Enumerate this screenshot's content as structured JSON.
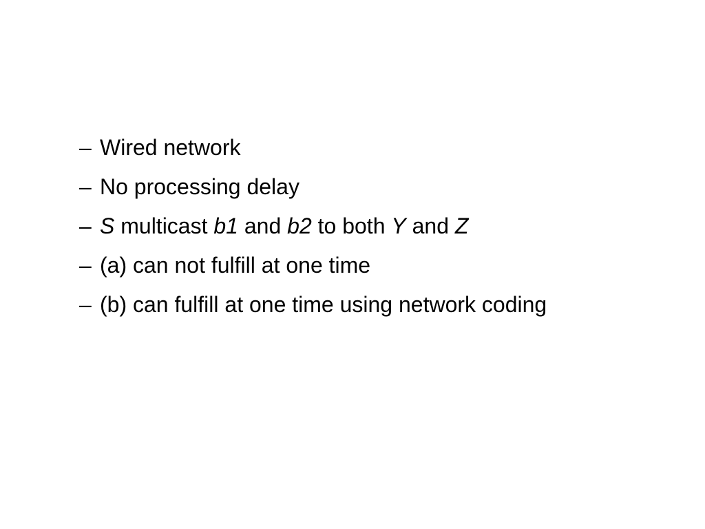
{
  "slide": {
    "bullet_marker": "–",
    "bullets": [
      {
        "text": "Wired network"
      },
      {
        "text": "No processing delay"
      },
      {
        "parts": [
          {
            "text": "S",
            "italic": true
          },
          {
            "text": " multicast ",
            "italic": false
          },
          {
            "text": "b1",
            "italic": true
          },
          {
            "text": " and ",
            "italic": false
          },
          {
            "text": "b2",
            "italic": true
          },
          {
            "text": " to both ",
            "italic": false
          },
          {
            "text": "Y",
            "italic": true
          },
          {
            "text": " and ",
            "italic": false
          },
          {
            "text": "Z",
            "italic": true
          }
        ]
      },
      {
        "text": "(a) can not fulfill at one time"
      },
      {
        "text": "(b) can fulfill at one time using network coding"
      }
    ]
  }
}
